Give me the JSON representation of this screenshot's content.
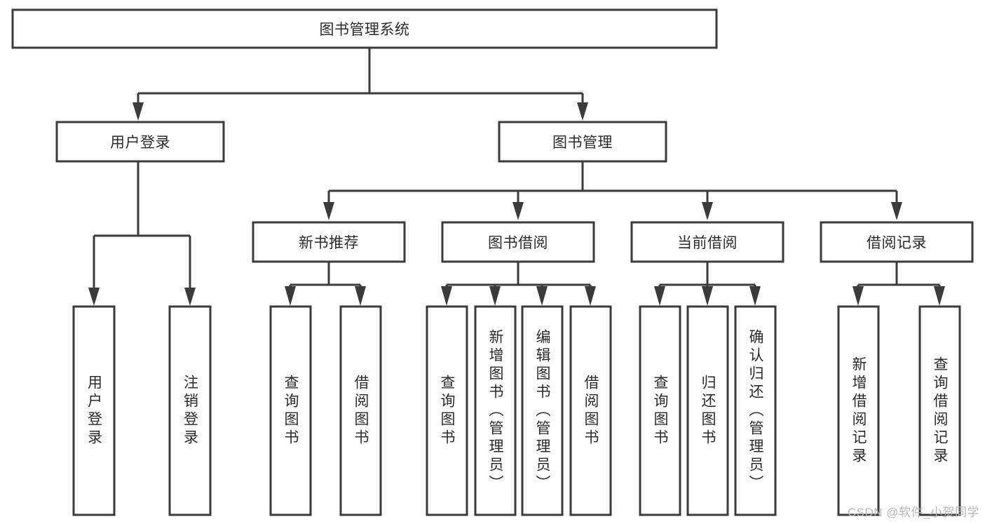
{
  "diagram": {
    "type": "tree-hierarchy-chart",
    "title": "图书管理系统",
    "stroke_color": "#3b3b3b",
    "fill_color": "#ffffff",
    "text_color": "#2b2b2b",
    "watermark": "CSDN @软件_小贺同学",
    "root": {
      "id": "root",
      "label": "图书管理系统",
      "orientation": "horizontal"
    },
    "level2": [
      {
        "id": "user-login",
        "label": "用户登录",
        "orientation": "horizontal"
      },
      {
        "id": "book-management",
        "label": "图书管理",
        "orientation": "horizontal"
      }
    ],
    "level3": [
      {
        "id": "new-book-recommend",
        "label": "新书推荐",
        "orientation": "horizontal",
        "parent": "book-management"
      },
      {
        "id": "book-borrow",
        "label": "图书借阅",
        "orientation": "horizontal",
        "parent": "book-management"
      },
      {
        "id": "current-borrow",
        "label": "当前借阅",
        "orientation": "horizontal",
        "parent": "book-management"
      },
      {
        "id": "borrow-record",
        "label": "借阅记录",
        "orientation": "horizontal",
        "parent": "book-management"
      }
    ],
    "leaves": [
      {
        "id": "leaf-user-login",
        "label": "用户登录",
        "orientation": "vertical",
        "parent": "user-login"
      },
      {
        "id": "leaf-user-logout",
        "label": "注销登录",
        "orientation": "vertical",
        "parent": "user-login"
      },
      {
        "id": "leaf-query-book-1",
        "label": "查询图书",
        "orientation": "vertical",
        "parent": "new-book-recommend"
      },
      {
        "id": "leaf-borrow-book-1",
        "label": "借阅图书",
        "orientation": "vertical",
        "parent": "new-book-recommend"
      },
      {
        "id": "leaf-query-book-2",
        "label": "查询图书",
        "orientation": "vertical",
        "parent": "book-borrow"
      },
      {
        "id": "leaf-add-book",
        "label": "新增图书（管理员）",
        "orientation": "vertical",
        "parent": "book-borrow"
      },
      {
        "id": "leaf-edit-book",
        "label": "编辑图书（管理员）",
        "orientation": "vertical",
        "parent": "book-borrow"
      },
      {
        "id": "leaf-borrow-book-2",
        "label": "借阅图书",
        "orientation": "vertical",
        "parent": "book-borrow"
      },
      {
        "id": "leaf-query-book-3",
        "label": "查询图书",
        "orientation": "vertical",
        "parent": "current-borrow"
      },
      {
        "id": "leaf-return-book",
        "label": "归还图书",
        "orientation": "vertical",
        "parent": "current-borrow"
      },
      {
        "id": "leaf-confirm-return",
        "label": "确认归还（管理员）",
        "orientation": "vertical",
        "parent": "current-borrow"
      },
      {
        "id": "leaf-add-record",
        "label": "新增借阅记录",
        "orientation": "vertical",
        "parent": "borrow-record"
      },
      {
        "id": "leaf-query-record",
        "label": "查询借阅记录",
        "orientation": "vertical",
        "parent": "borrow-record"
      }
    ]
  }
}
